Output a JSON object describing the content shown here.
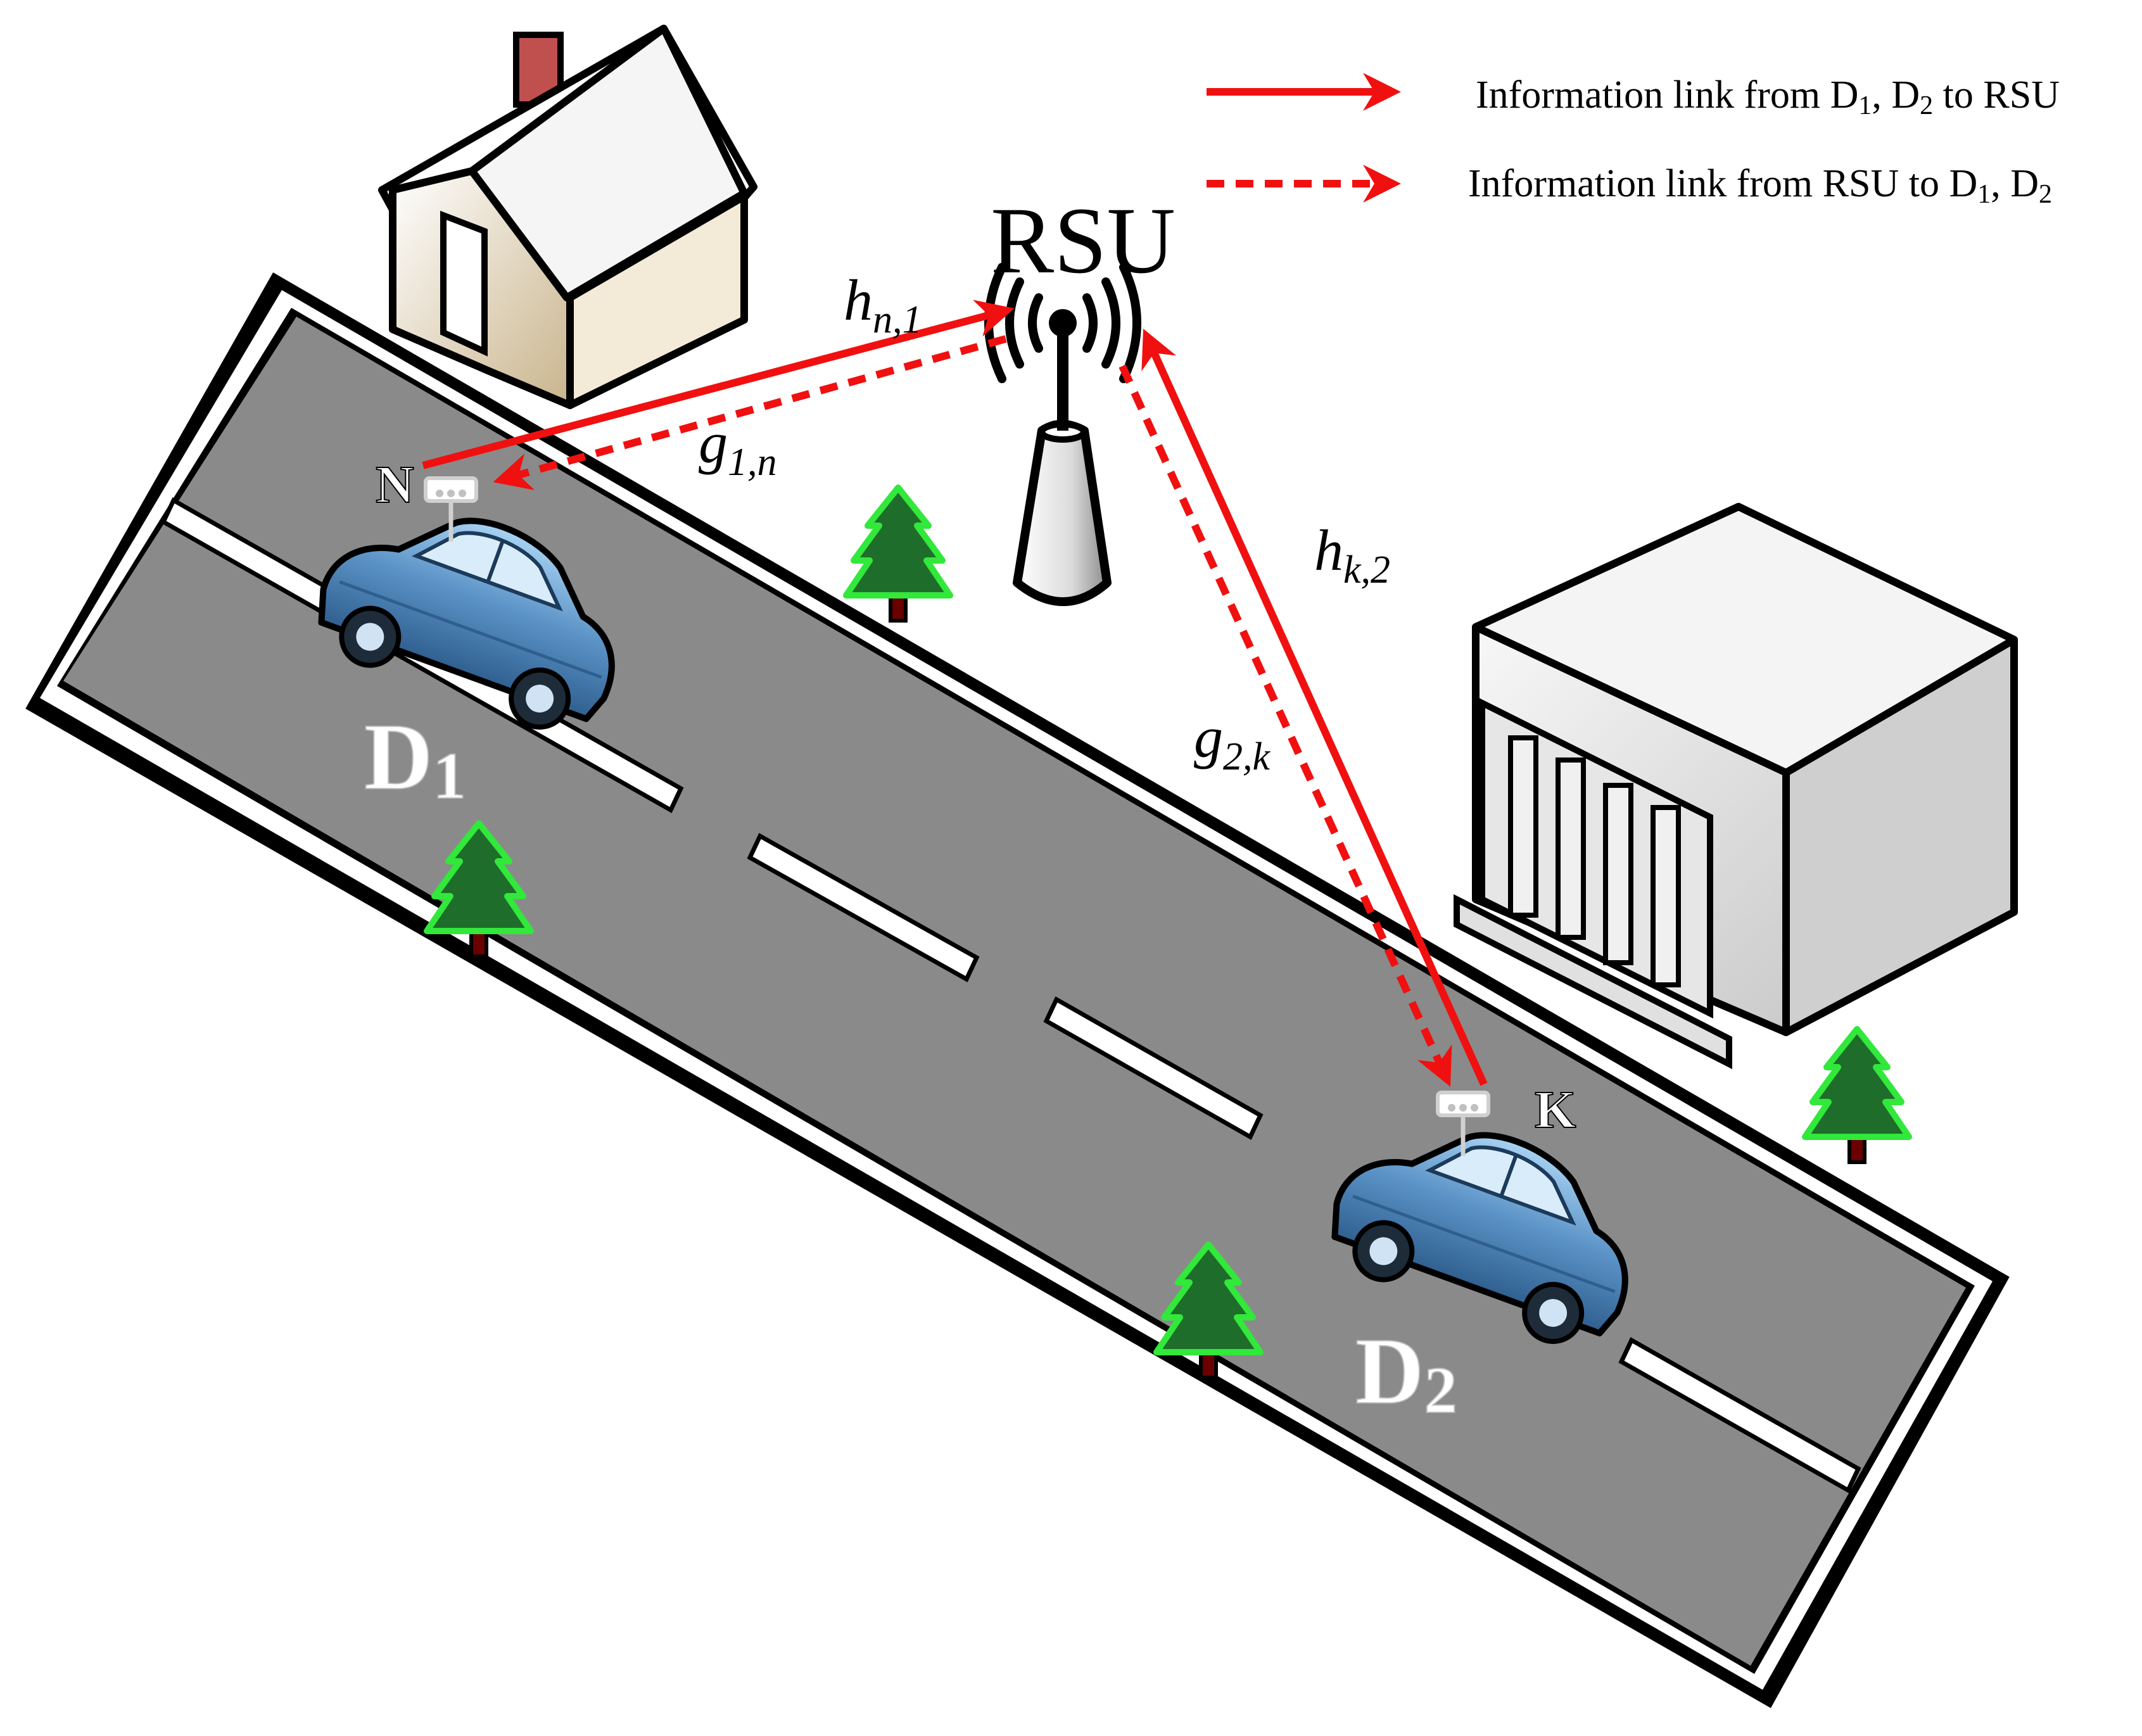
{
  "legend": {
    "solid": {
      "prefix": "Information link from D",
      "sub1": "1",
      "mid": ", D",
      "sub2": "2",
      "suffix": " to RSU"
    },
    "dashed": {
      "prefix": "Information link from RSU to  D",
      "sub1": "1",
      "mid": ", D",
      "sub2": "2"
    }
  },
  "rsu_label": "RSU",
  "antenna_labels": {
    "vehicle1": "N",
    "vehicle2": "K"
  },
  "vehicles": [
    {
      "base": "D",
      "sub": "1"
    },
    {
      "base": "D",
      "sub": "2"
    }
  ],
  "channels": {
    "h_n1": {
      "base": "h",
      "sub": "n,1"
    },
    "g_1n": {
      "base": "g",
      "sub": "1,n"
    },
    "h_k2": {
      "base": "h",
      "sub": "k,2"
    },
    "g_2k": {
      "base": "g",
      "sub": "2,k"
    }
  },
  "colors": {
    "link": "#f01010",
    "road": "#8a8a8a",
    "car_body": "#5b93c7",
    "tree": "#1f6d2a",
    "tree_outline": "#31e83b"
  },
  "icons": [
    "house-icon",
    "office-building-icon",
    "rsu-antenna-icon",
    "car-icon",
    "tree-icon"
  ]
}
